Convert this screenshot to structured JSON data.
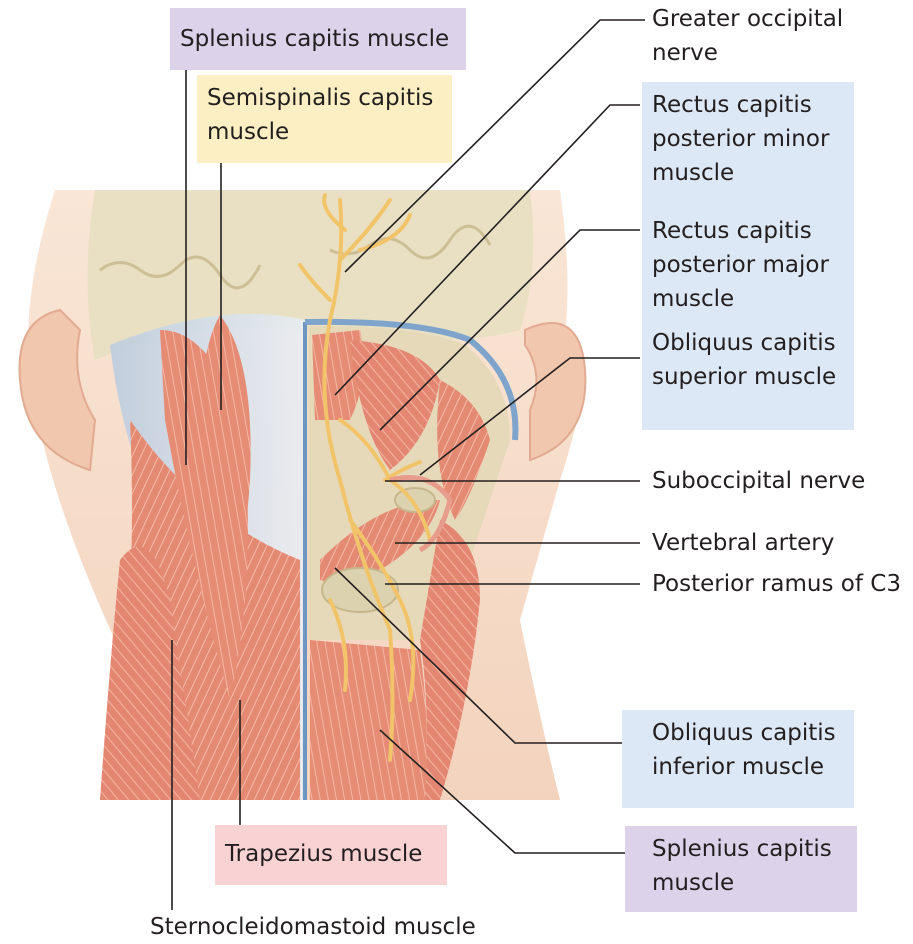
{
  "labels": {
    "splenius_top": "Splenius capitis muscle",
    "semispinalis": [
      "Semispinalis capitis",
      "muscle"
    ],
    "greater_occipital": [
      "Greater occipital",
      "nerve"
    ],
    "rectus_minor": [
      "Rectus capitis",
      "posterior minor",
      "muscle"
    ],
    "rectus_major": [
      "Rectus capitis",
      "posterior major",
      "muscle"
    ],
    "obliquus_superior": [
      "Obliquus capitis",
      "superior muscle"
    ],
    "suboccipital_nerve": "Suboccipital nerve",
    "vertebral_artery": "Vertebral artery",
    "posterior_ramus": "Posterior ramus of C3",
    "obliquus_inferior": [
      "Obliquus capitis",
      "inferior muscle"
    ],
    "splenius_bottom": [
      "Splenius capitis",
      "muscle"
    ],
    "trapezius": "Trapezius muscle",
    "sternocleidomastoid": "Sternocleidomastoid muscle"
  },
  "colors": {
    "purple_box": "#dcd3ea",
    "yellow_box": "#fcefc4",
    "blue_box": "#dce8f5",
    "pink_box": "#f9d3d3",
    "muscle": "#e8907a",
    "skin": "#f6dcc8",
    "bone": "#e6ddbd",
    "nerve": "#f3c56a",
    "fascia": "#a9c4de"
  }
}
